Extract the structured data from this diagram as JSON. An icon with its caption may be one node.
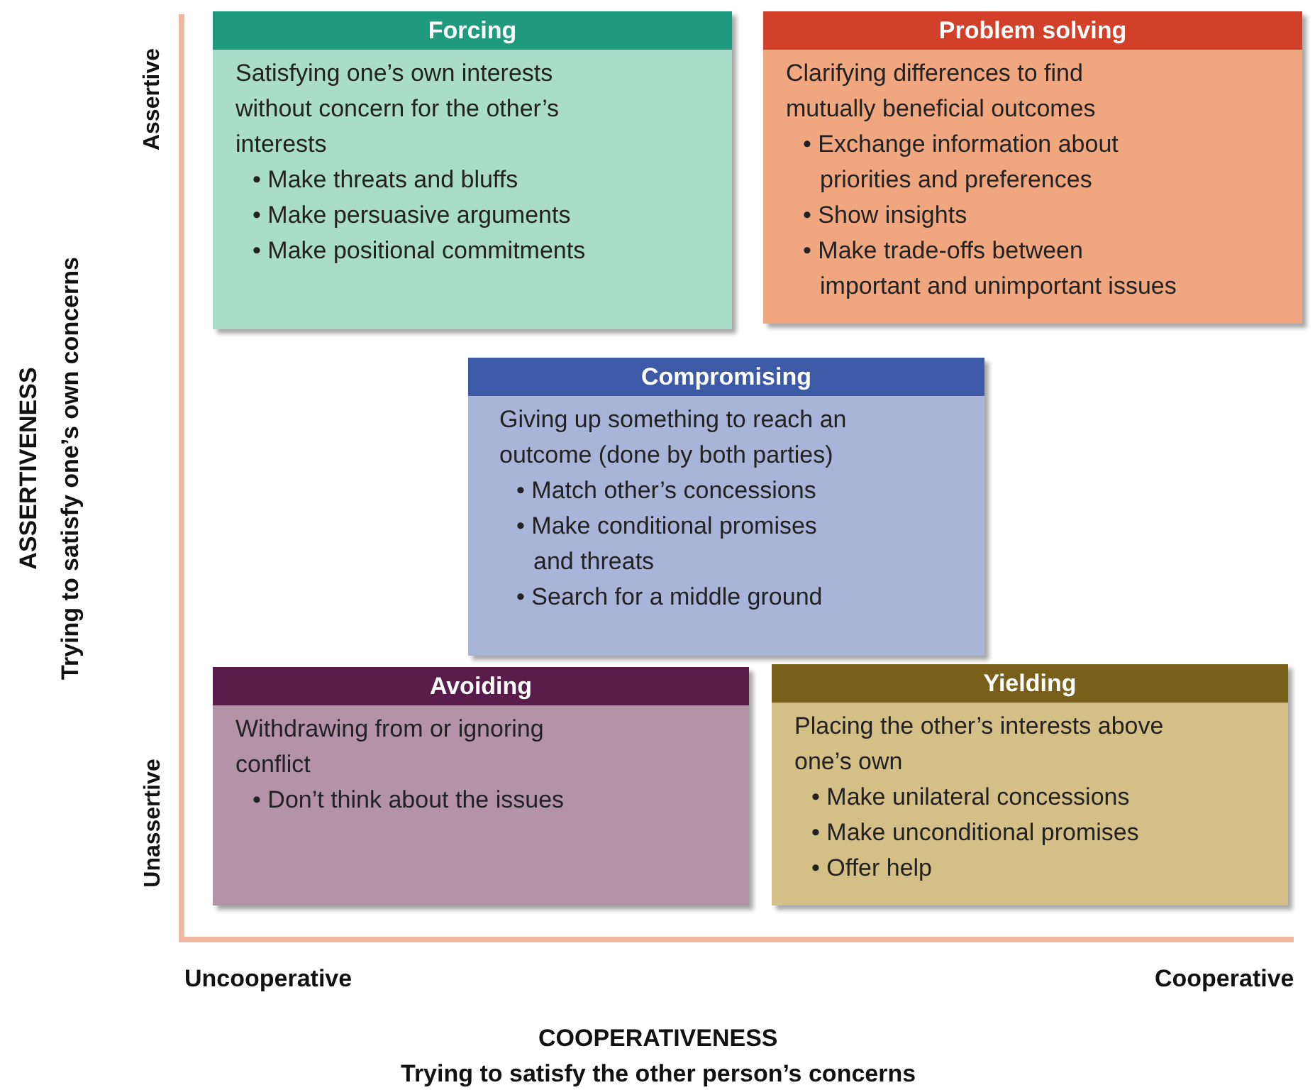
{
  "diagram": {
    "nodes": [
      {
        "text": [
          "Forcing",
          "Satisfying one’s own interests without concern for the other’s interests",
          "• Make threats and bluffs",
          "• Make persuasive arguments",
          "• Make positional commitments"
        ]
      },
      {
        "text": [
          "Problem solving",
          "Clarifying differences to find mutually beneficial outcomes",
          "• Exchange information about priorities and preferences",
          "• Show insights",
          "• Make trade-offs between important and unimportant issues"
        ]
      },
      {
        "text": [
          "Compromising",
          "Giving up something to reach an outcome (done by both parties)",
          "• Match other’s concessions",
          "• Make conditional promises and threats",
          "• Search for a middle ground"
        ]
      },
      {
        "text": [
          "Avoiding",
          "Withdrawing from or ignoring conflict",
          "• Don’t think about the issues"
        ]
      },
      {
        "text": [
          "Yielding",
          "Placing the other’s interests above one’s own",
          "• Make unilateral concessions",
          "• Make unconditional promises",
          "• Offer help"
        ]
      }
    ],
    "labels": [
      "Assertive",
      "ASSERTIVENESS",
      "Trying to satisfy one’s own concerns",
      "Unassertive",
      "Uncooperative",
      "Cooperative",
      "COOPERATIVENESS",
      "Trying to satisfy the other person’s concerns"
    ]
  }
}
